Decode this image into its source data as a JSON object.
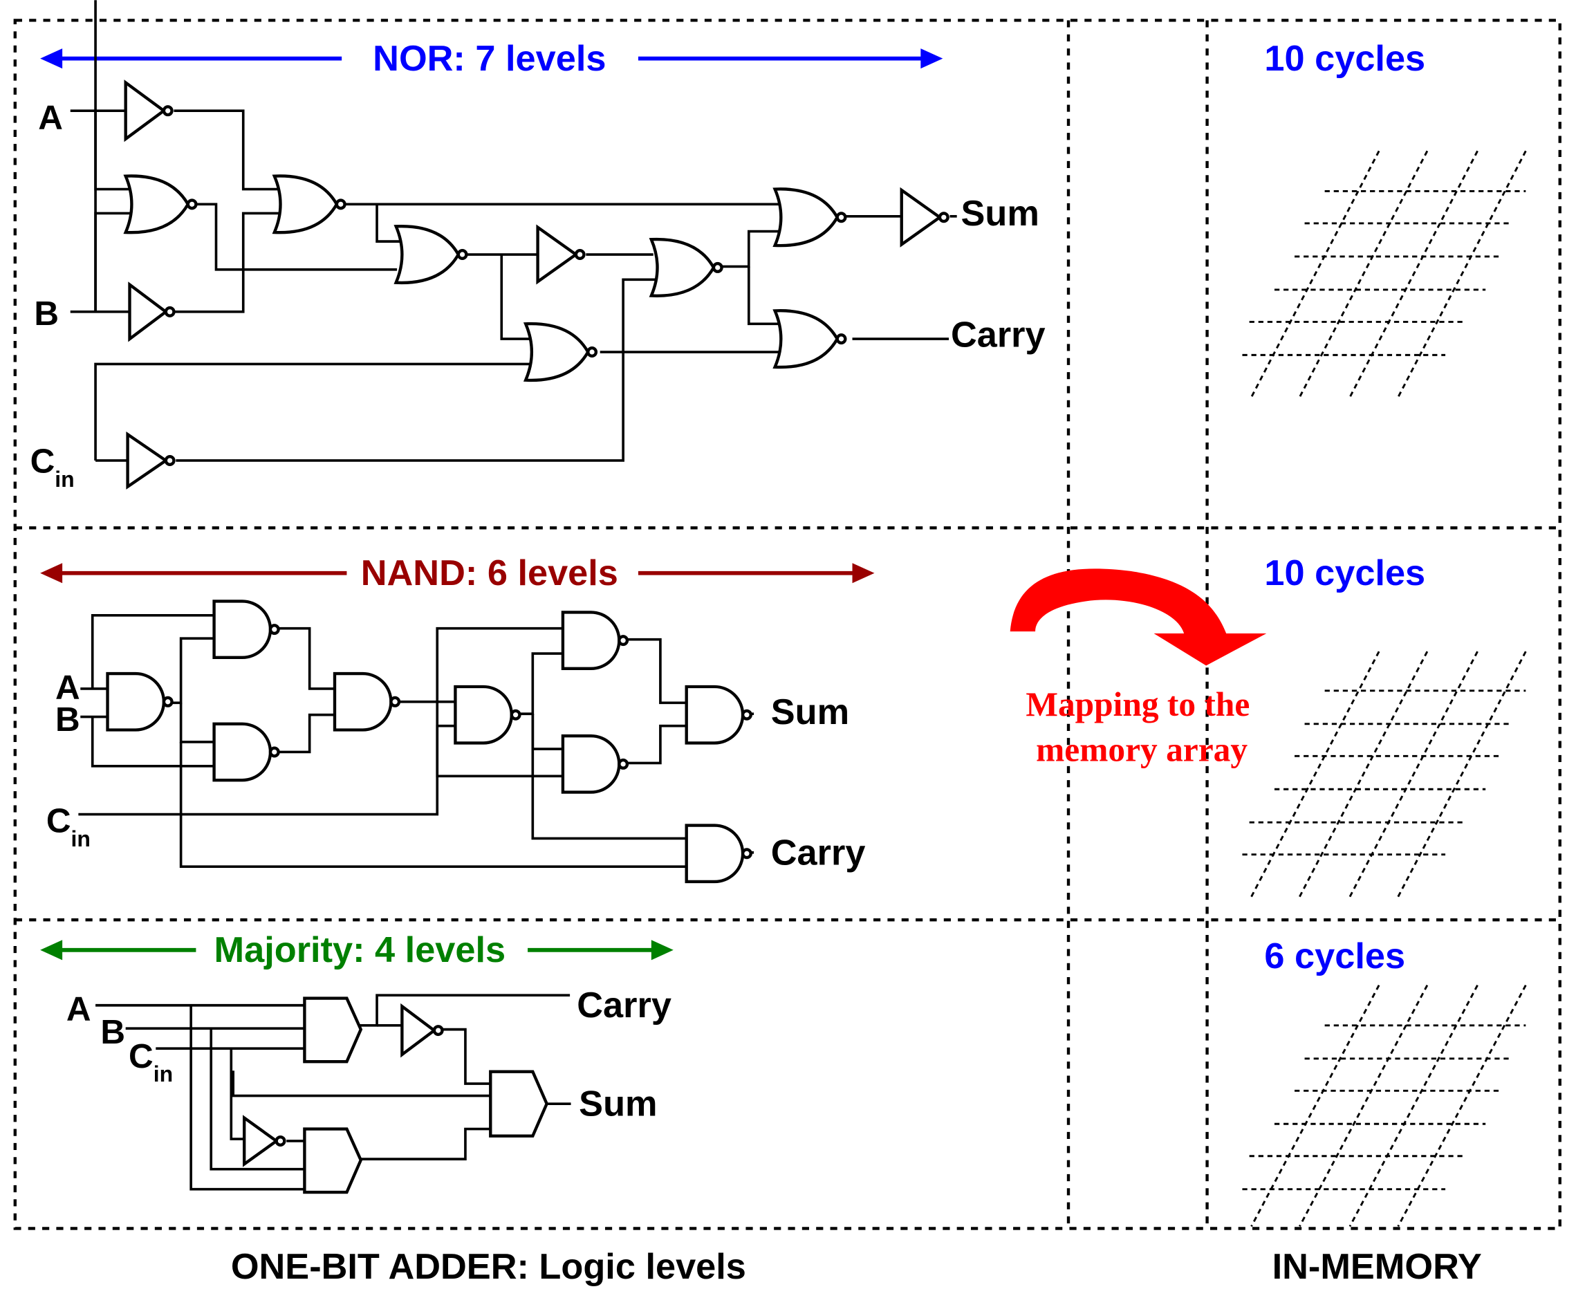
{
  "colors": {
    "nor": "#0000ff",
    "nand": "#990000",
    "majority": "#008000",
    "cycles": "#0000ff",
    "mapping": "#ff0000",
    "ink": "#000000"
  },
  "sections": {
    "nor": {
      "title": "NOR: 7 levels",
      "cycles": "10 cycles"
    },
    "nand": {
      "title": "NAND: 6 levels",
      "cycles": "10 cycles"
    },
    "majority": {
      "title": "Majority: 4 levels",
      "cycles": "6 cycles"
    }
  },
  "signals": {
    "a": "A",
    "b": "B",
    "c": "C",
    "c_sub": "in",
    "sum": "Sum",
    "carry": "Carry"
  },
  "mapping": {
    "line1": "Mapping to the",
    "line2": "memory array"
  },
  "footer": {
    "left": "ONE-BIT ADDER: Logic levels",
    "right": "IN-MEMORY"
  },
  "icons": {
    "mapping_arrow": "curved-arrow-icon",
    "memory_array": "crossbar-grid-icon"
  }
}
